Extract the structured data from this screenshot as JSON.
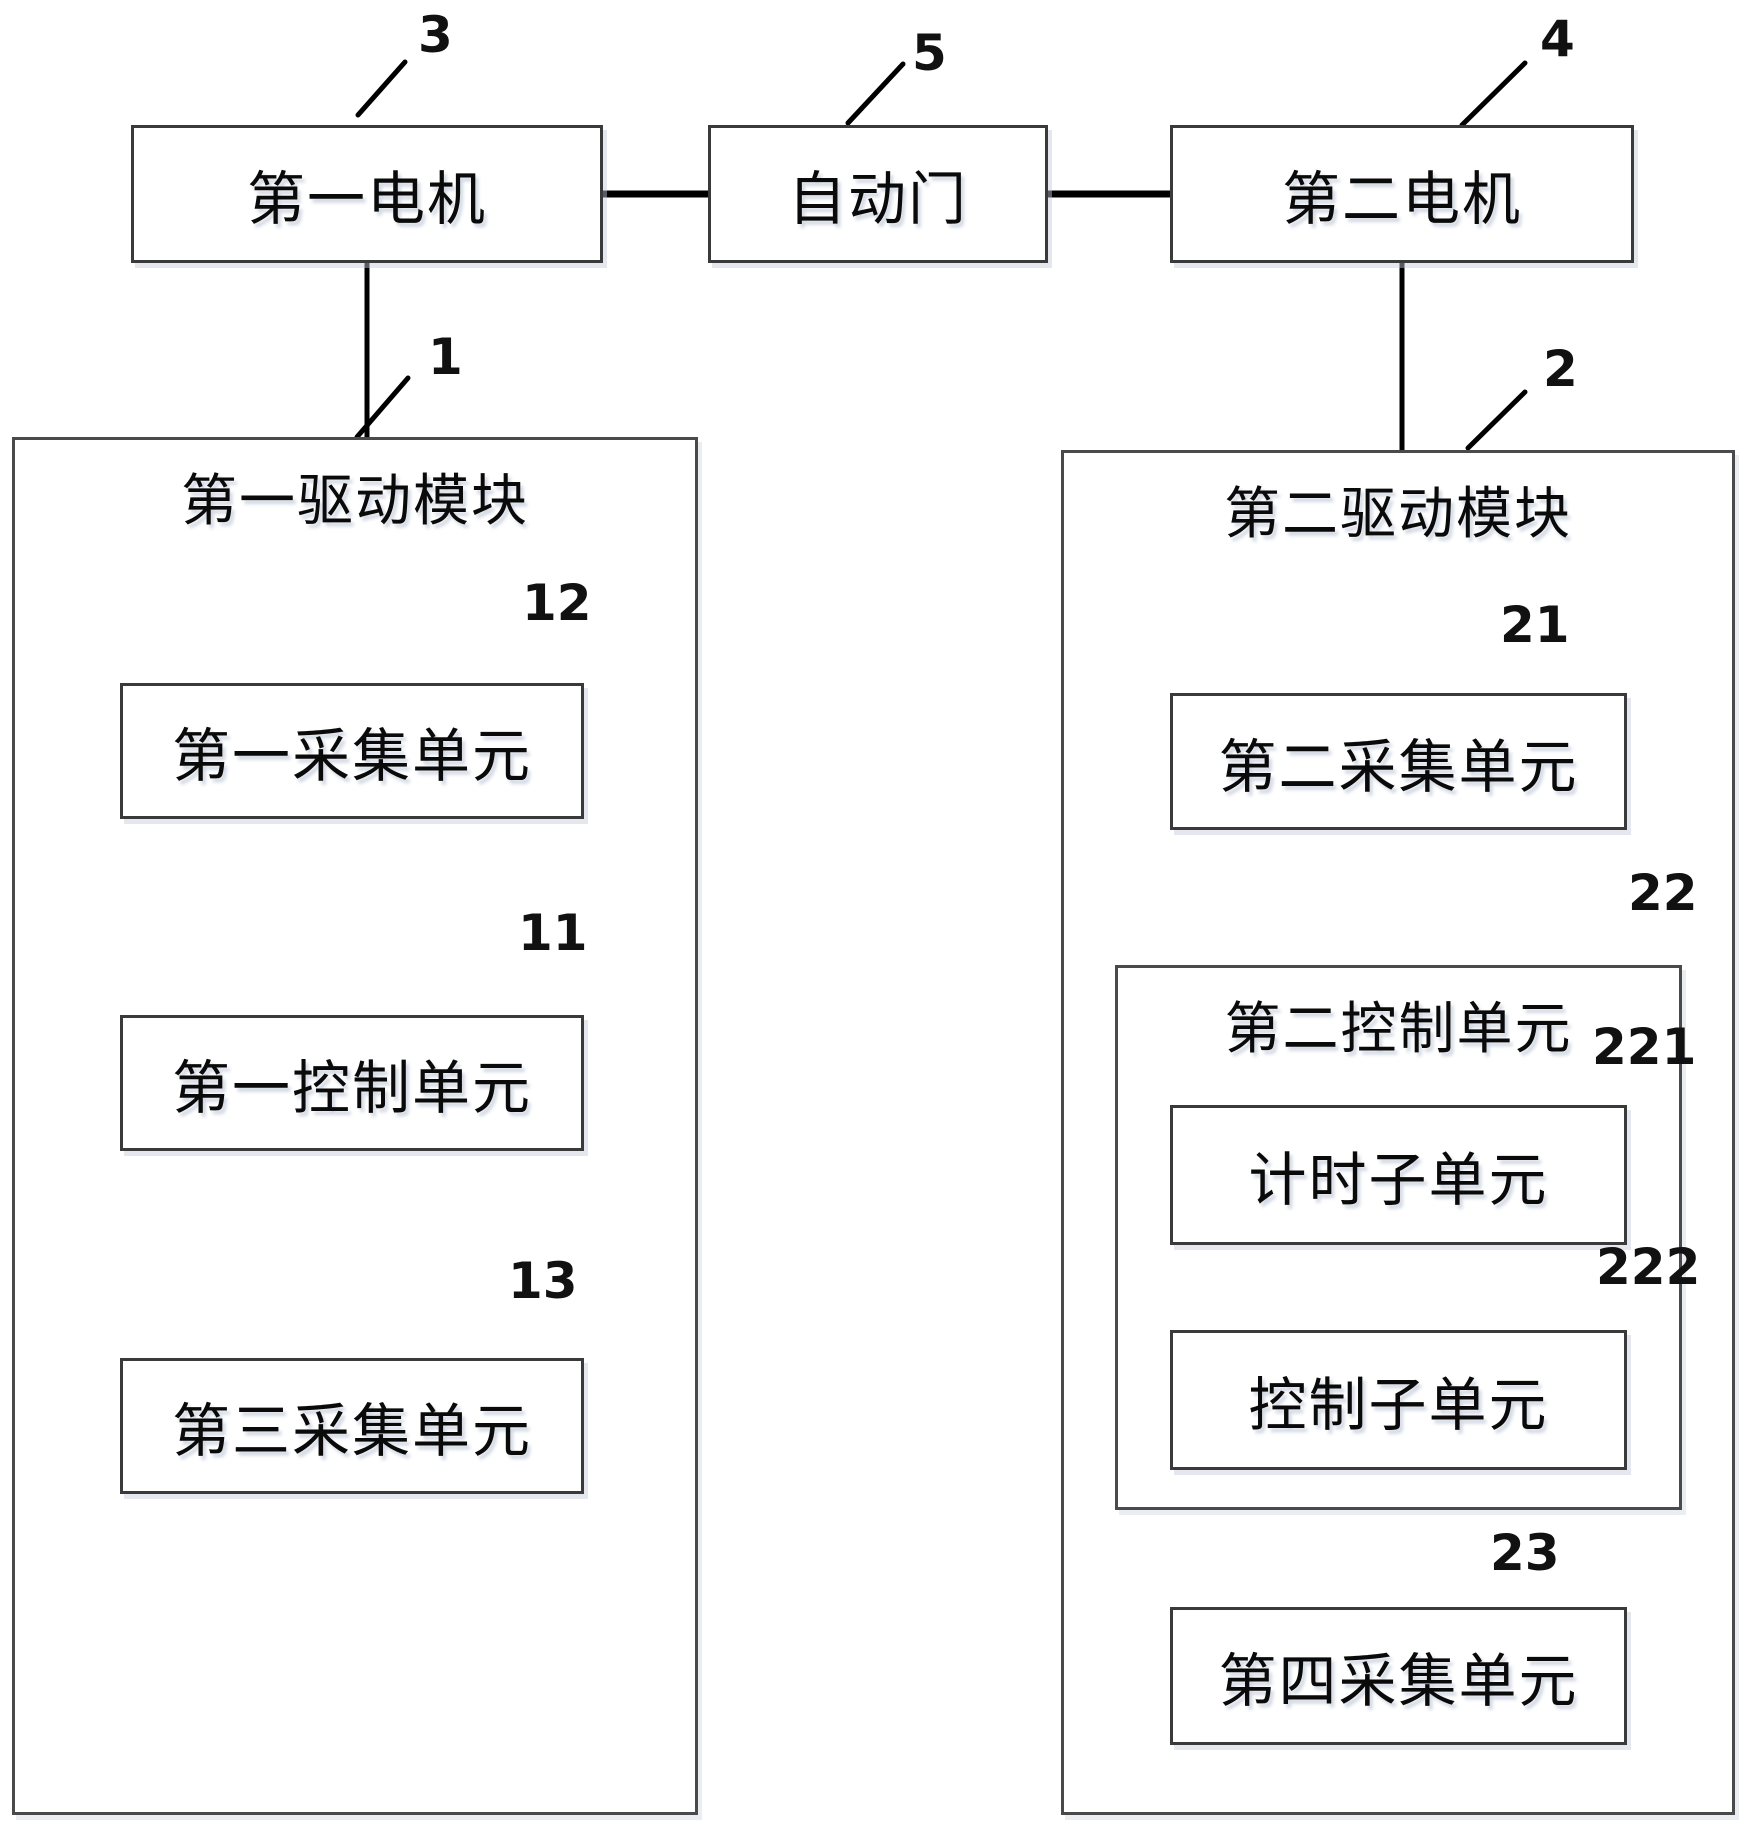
{
  "figure": {
    "background": "#ffffff",
    "line_color": "#000000",
    "box_fill": "#ffffff",
    "border_color": "#3a3a3a"
  },
  "boxes": {
    "motor1": {
      "label": "第一电机",
      "ref": "3"
    },
    "door": {
      "label": "自动门",
      "ref": "5"
    },
    "motor2": {
      "label": "第二电机",
      "ref": "4"
    },
    "module1": {
      "label": "第一驱动模块",
      "ref": "1"
    },
    "unit12": {
      "label": "第一采集单元",
      "ref": "12"
    },
    "unit11": {
      "label": "第一控制单元",
      "ref": "11"
    },
    "unit13": {
      "label": "第三采集单元",
      "ref": "13"
    },
    "module2": {
      "label": "第二驱动模块",
      "ref": "2"
    },
    "unit21": {
      "label": "第二采集单元",
      "ref": "21"
    },
    "unit22": {
      "label": "第二控制单元",
      "ref": "22"
    },
    "unit221": {
      "label": "计时子单元",
      "ref": "221"
    },
    "unit222": {
      "label": "控制子单元",
      "ref": "222"
    },
    "unit23": {
      "label": "第四采集单元",
      "ref": "23"
    }
  }
}
